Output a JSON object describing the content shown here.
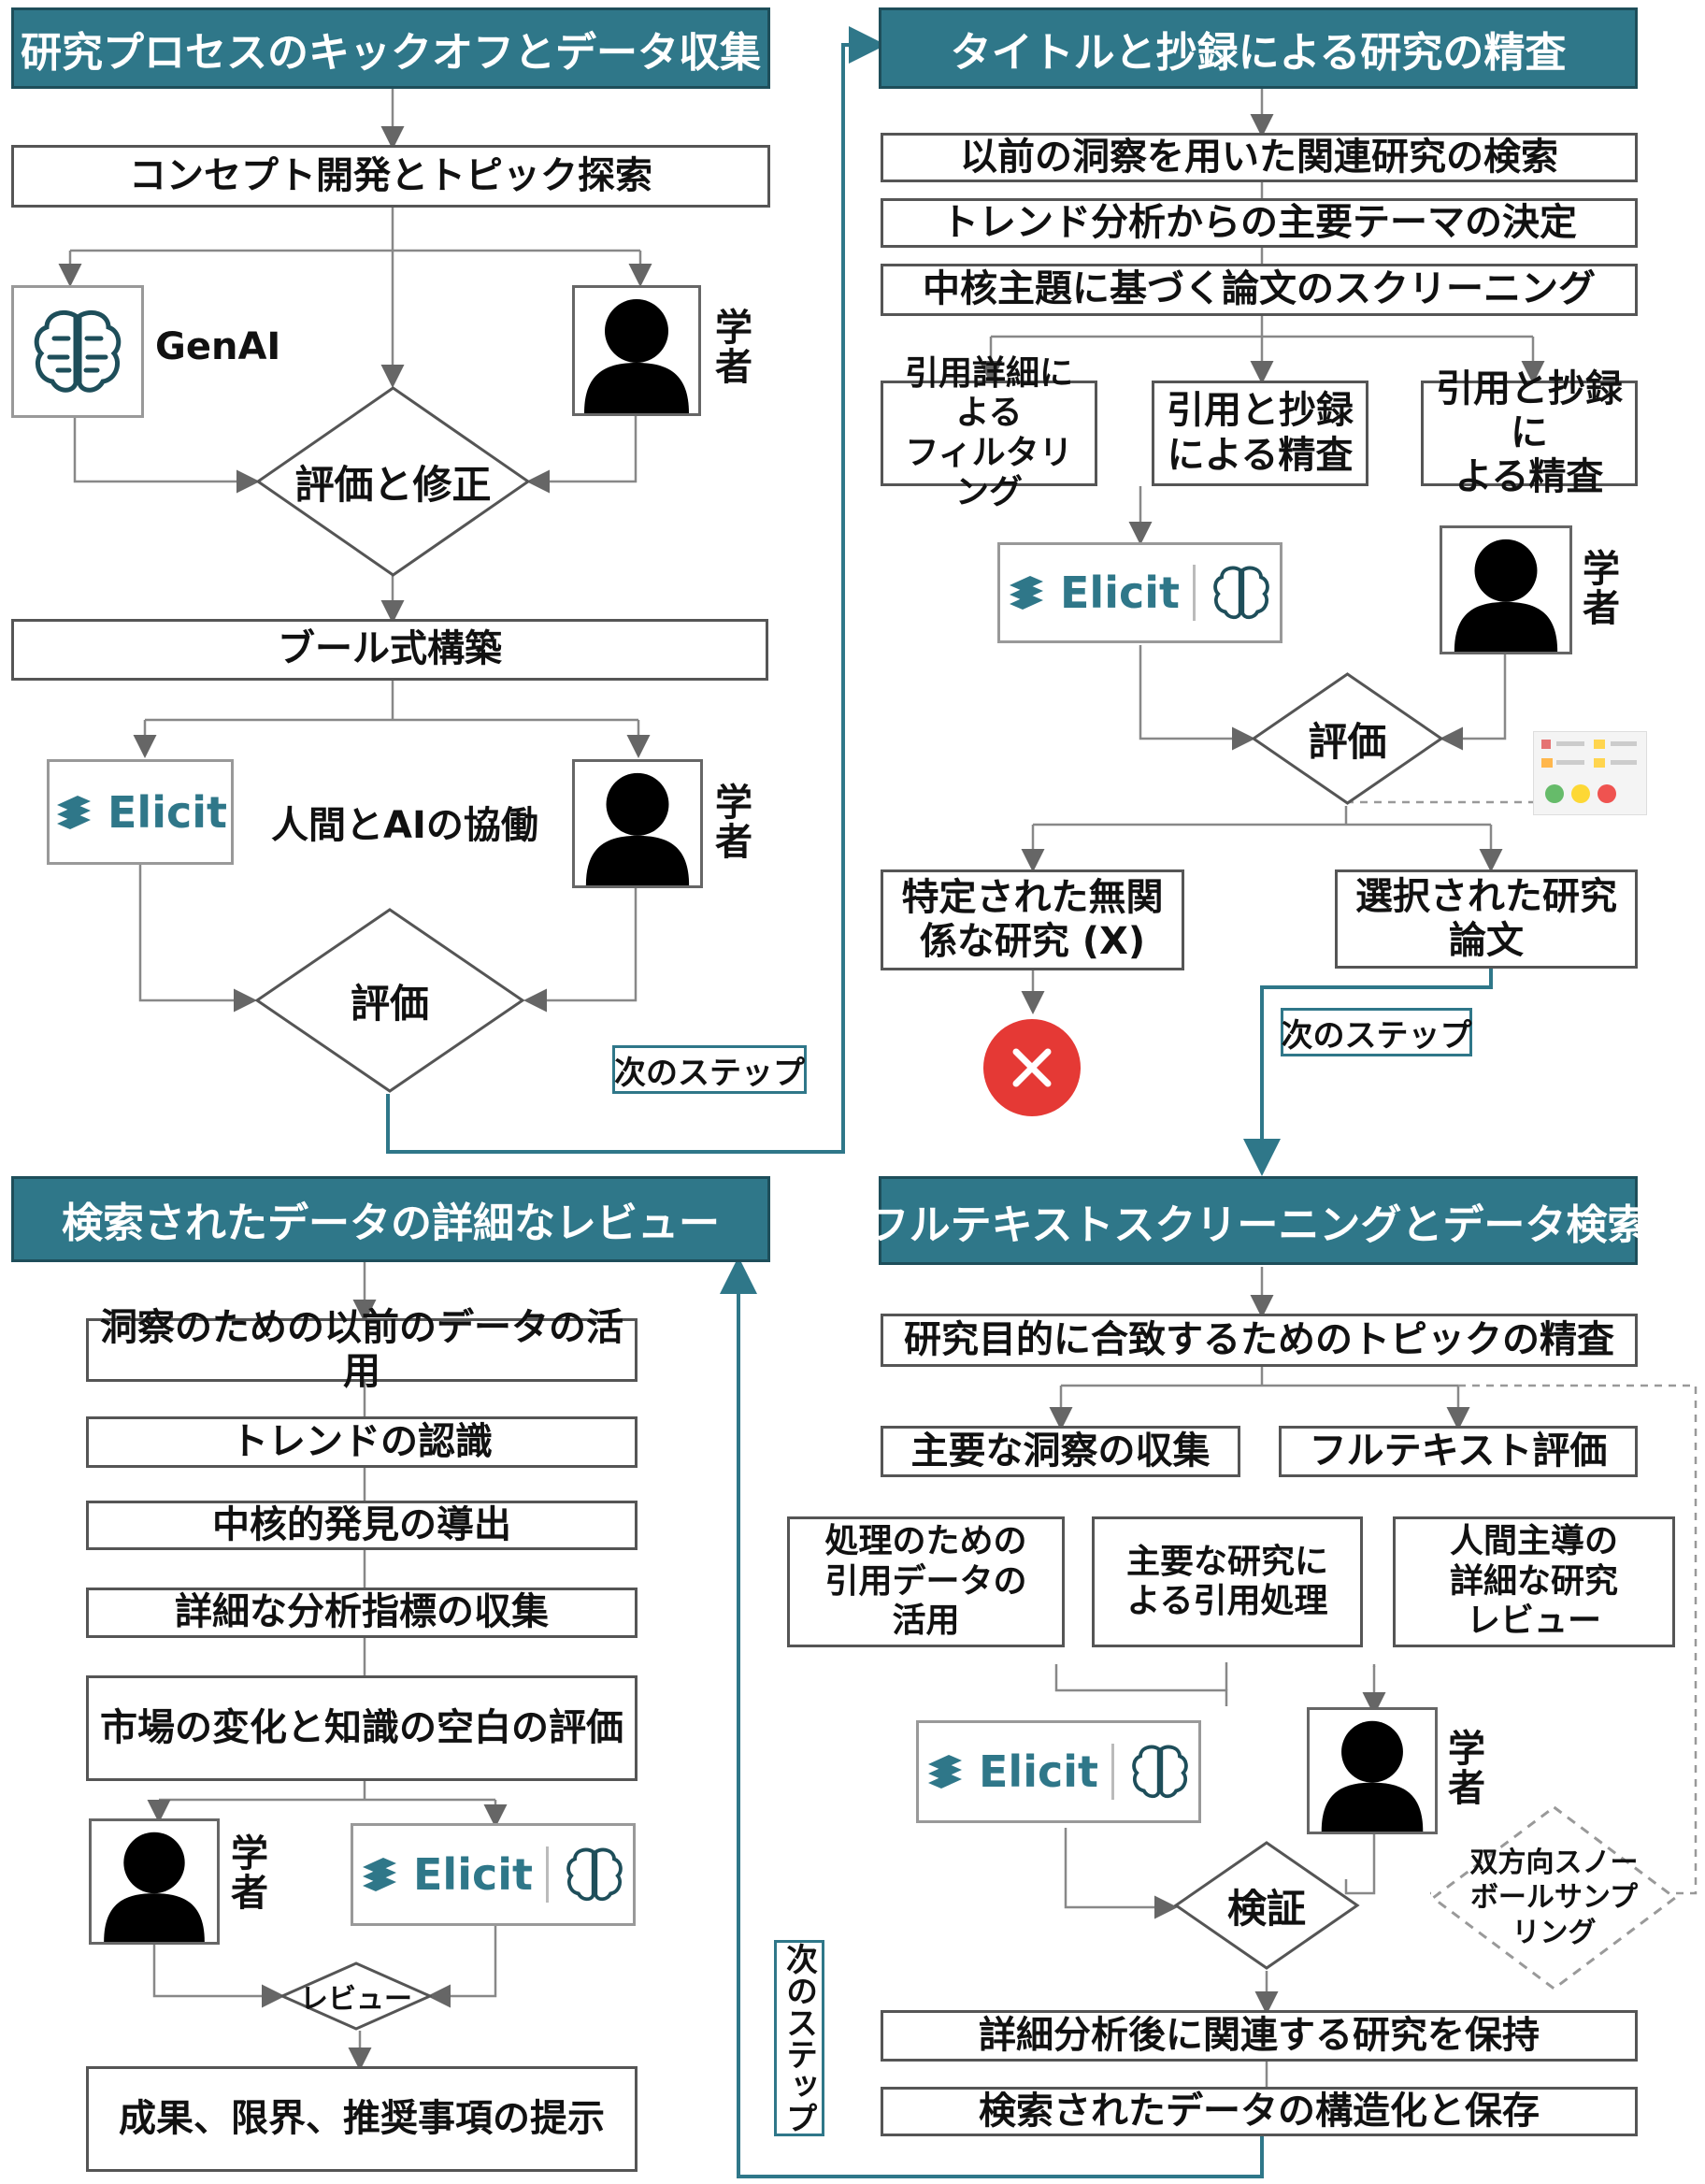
{
  "headers": {
    "h1": "研究プロセスのキックオフとデータ収集",
    "h2": "タイトルと抄録による研究の精査",
    "h3": "検索されたデータの詳細なレビュー",
    "h4": "フルテキストスクリーニングとデータ検索"
  },
  "q1": {
    "concept": "コンセプト開発とトピック探索",
    "genai_label": "GenAI",
    "scholar": "学者",
    "evaluate_revise": "評価と修正",
    "boolean": "ブール式構築",
    "collab": "人間とAIの協働",
    "elicit": "Elicit",
    "evaluate": "評価",
    "next": "次のステップ"
  },
  "q2": {
    "s1": "以前の洞察を用いた関連研究の検索",
    "s2": "トレンド分析からの主要テーマの決定",
    "s3": "中核主題に基づく論文のスクリーニング",
    "b1": "引用詳細による\nフィルタリング",
    "b2": "引用と抄録\nによる精査",
    "b3": "引用と抄録に\nよる精査",
    "elicit": "Elicit",
    "scholar": "学者",
    "evaluate": "評価",
    "irrelevant": "特定された無関\n係な研究 (X)",
    "selected": "選択された研究\n論文",
    "next": "次のステップ"
  },
  "q3": {
    "s1": "洞察のための以前のデータの活用",
    "s2": "トレンドの認識",
    "s3": "中核的発見の導出",
    "s4": "詳細な分析指標の収集",
    "s5": "市場の変化と知識の空白の評価",
    "scholar": "学者",
    "elicit": "Elicit",
    "review": "レビュー",
    "result": "成果、限界、推奨事項の提示"
  },
  "q4": {
    "s1": "研究目的に合致するためのトピックの精査",
    "s2": "主要な洞察の収集",
    "s3": "フルテキスト評価",
    "b1": "処理のための\n引用データの\n活用",
    "b2": "主要な研究に\nよる引用処理",
    "b3": "人間主導の\n詳細な研究\nレビュー",
    "elicit": "Elicit",
    "scholar": "学者",
    "verify": "検証",
    "snowball": "双方向スノー\nボールサンプ\nリング",
    "keep": "詳細分析後に関連する研究を保持",
    "store": "検索されたデータの構造化と保存",
    "next": "次のステップ"
  },
  "colors": {
    "teal": "#2f7789",
    "border": "#555555",
    "red": "#e53935"
  }
}
